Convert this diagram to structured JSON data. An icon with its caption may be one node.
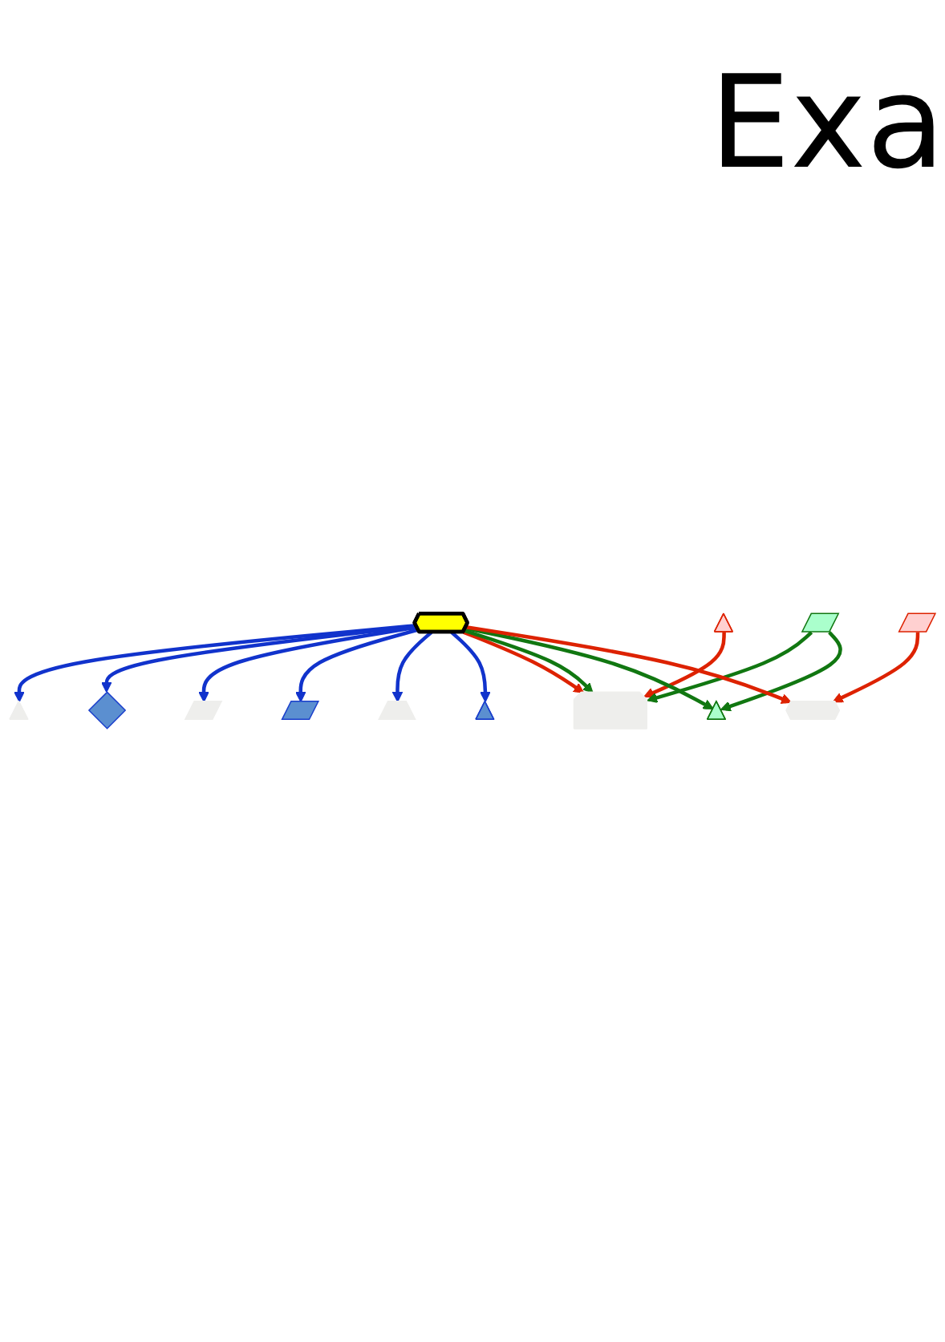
{
  "diagram": {
    "title": "Exa",
    "nodes": [
      {
        "text": [],
        "shape": "triangle"
      },
      {
        "text": [],
        "shape": "rhombus"
      },
      {
        "text": [],
        "shape": "parallelogram"
      },
      {
        "text": [],
        "shape": "parallelogram"
      },
      {
        "text": [],
        "shape": "trapezoid"
      },
      {
        "text": [],
        "shape": "triangle"
      },
      {
        "text": [],
        "shape": "polygon"
      },
      {
        "text": [],
        "shape": "triangle"
      },
      {
        "text": [],
        "shape": "parallelogram"
      },
      {
        "text": [],
        "shape": "chevron"
      },
      {
        "text": [],
        "shape": "triangle"
      },
      {
        "text": [],
        "shape": "parallelogram"
      },
      {
        "text": [],
        "shape": "hexagon"
      }
    ],
    "edges": [
      {
        "from": 6,
        "to": 0,
        "arrow": "to",
        "color": "#1133cc"
      },
      {
        "from": 6,
        "to": 1,
        "arrow": "to",
        "color": "#1133cc"
      },
      {
        "from": 6,
        "to": 2,
        "arrow": "to",
        "color": "#1133cc"
      },
      {
        "from": 6,
        "to": 3,
        "arrow": "to",
        "color": "#1133cc"
      },
      {
        "from": 6,
        "to": 4,
        "arrow": "to",
        "color": "#1133cc"
      },
      {
        "from": 6,
        "to": 5,
        "arrow": "to",
        "color": "#1133cc"
      },
      {
        "from": 6,
        "to": 9,
        "arrow": "to",
        "color": "#dd2200"
      },
      {
        "from": 7,
        "to": 9,
        "arrow": "to",
        "color": "#dd2200"
      },
      {
        "from": 6,
        "to": 9,
        "arrow": "to",
        "color": "#117711"
      },
      {
        "from": 6,
        "to": 10,
        "arrow": "to",
        "color": "#117711"
      },
      {
        "from": 8,
        "to": 9,
        "arrow": "to",
        "color": "#117711"
      },
      {
        "from": 8,
        "to": 10,
        "arrow": "to",
        "color": "#117711"
      },
      {
        "from": 6,
        "to": 12,
        "arrow": "to",
        "color": "#dd2200"
      },
      {
        "from": 11,
        "to": 12,
        "arrow": "to",
        "color": "#dd2200"
      }
    ]
  }
}
